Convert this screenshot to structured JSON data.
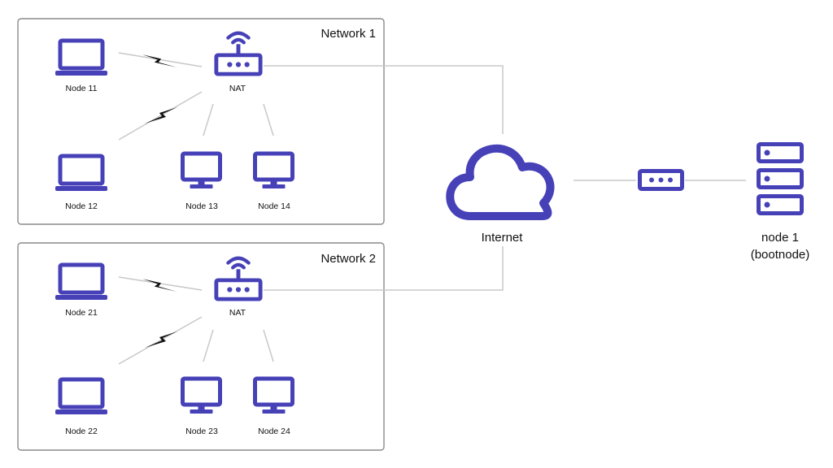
{
  "colors": {
    "accent": "#4741b8",
    "line": "#c8c8c8",
    "border": "#8a8a8a",
    "bolt": "#111111"
  },
  "network1": {
    "title": "Network 1",
    "nat_label": "NAT",
    "nodes": [
      "Node 11",
      "Node 12",
      "Node 13",
      "Node 14"
    ]
  },
  "network2": {
    "title": "Network 2",
    "nat_label": "NAT",
    "nodes": [
      "Node 21",
      "Node 22",
      "Node 23",
      "Node 24"
    ]
  },
  "internet": {
    "label": "Internet"
  },
  "bootnode": {
    "line1": "node 1",
    "line2": "(bootnode)"
  },
  "icons": {
    "laptop": "laptop-icon",
    "monitor": "monitor-icon",
    "router": "wifi-router-icon",
    "cloud": "cloud-icon",
    "modem": "modem-icon",
    "server": "server-rack-icon",
    "bolt": "lightning-bolt-icon"
  }
}
